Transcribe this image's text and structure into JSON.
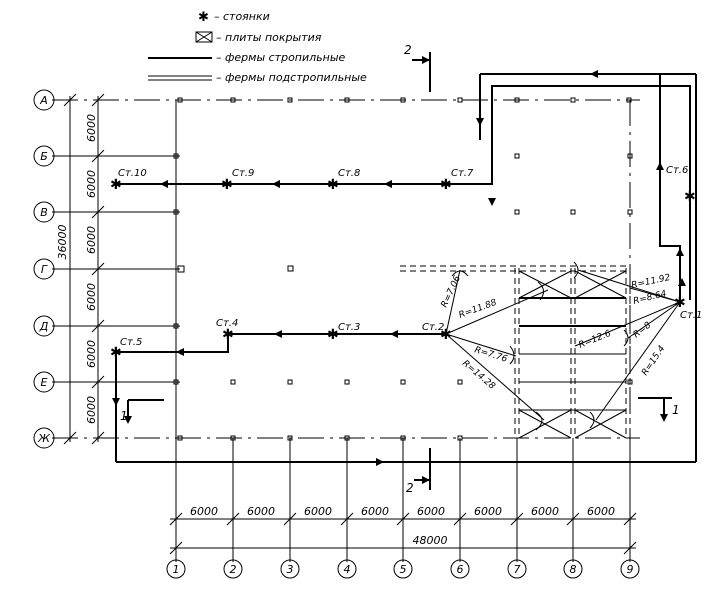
{
  "legend": {
    "parking": "– стоянки",
    "slabs": "– плиты покрытия",
    "rafter_trusses": "– фермы стропильные",
    "sub_rafter_trusses": "– фермы подстропильные"
  },
  "row_axes": [
    "А",
    "Б",
    "В",
    "Г",
    "Д",
    "Е",
    "Ж"
  ],
  "row_dims": [
    "6000",
    "6000",
    "6000",
    "6000",
    "6000",
    "6000"
  ],
  "row_total": "36000",
  "col_axes": [
    "1",
    "2",
    "3",
    "4",
    "5",
    "6",
    "7",
    "8",
    "9"
  ],
  "col_dims": [
    "6000",
    "6000",
    "6000",
    "6000",
    "6000",
    "6000",
    "6000",
    "6000"
  ],
  "col_total": "48000",
  "stations": [
    {
      "label": "Ст.10"
    },
    {
      "label": "Ст.9"
    },
    {
      "label": "Ст.8"
    },
    {
      "label": "Ст.7"
    },
    {
      "label": "Ст.6"
    },
    {
      "label": "Ст.5"
    },
    {
      "label": "Ст.4"
    },
    {
      "label": "Ст.3"
    },
    {
      "label": "Ст.2"
    },
    {
      "label": "Ст.1"
    }
  ],
  "radii_st2": [
    "R=7.06",
    "R=11.88",
    "R=7.76",
    "R=14.28"
  ],
  "radii_st1": [
    "R=11.92",
    "R=8.64",
    "R=8",
    "R=12.6",
    "R=15.4"
  ],
  "section_marks": [
    "2",
    "2",
    "1",
    "1"
  ]
}
